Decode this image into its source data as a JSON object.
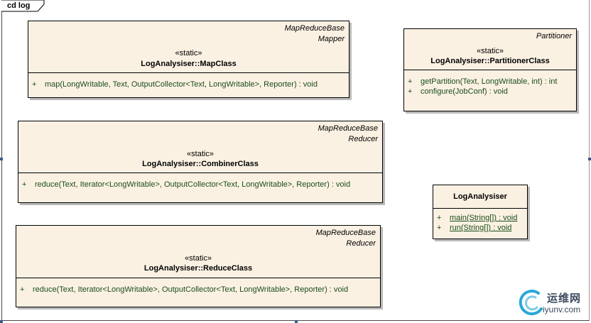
{
  "diagram": {
    "frame_label": "cd log"
  },
  "classes": {
    "map": {
      "stereotype_lines": [
        "MapReduceBase",
        "Mapper"
      ],
      "static_label": "«static»",
      "name": "LogAnalysiser::MapClass",
      "operations": [
        {
          "visibility": "+",
          "signature": "map(LongWritable, Text, OutputCollector<Text, LongWritable>, Reporter) : void"
        }
      ]
    },
    "partitioner": {
      "stereotype_lines": [
        "Partitioner"
      ],
      "static_label": "«static»",
      "name": "LogAnalysiser::PartitionerClass",
      "operations": [
        {
          "visibility": "+",
          "signature": "getPartition(Text, LongWritable, int) : int"
        },
        {
          "visibility": "+",
          "signature": "configure(JobConf) : void"
        }
      ]
    },
    "combiner": {
      "stereotype_lines": [
        "MapReduceBase",
        "Reducer"
      ],
      "static_label": "«static»",
      "name": "LogAnalysiser::CombinerClass",
      "operations": [
        {
          "visibility": "+",
          "signature": "reduce(Text, Iterator<LongWritable>, OutputCollector<Text, LongWritable>, Reporter) : void"
        }
      ]
    },
    "main": {
      "name": "LogAnalysiser",
      "operations": [
        {
          "visibility": "+",
          "signature": "main(String[]) : void"
        },
        {
          "visibility": "+",
          "signature": "run(String[]) : void"
        }
      ]
    },
    "reduce": {
      "stereotype_lines": [
        "MapReduceBase",
        "Reducer"
      ],
      "static_label": "«static»",
      "name": "LogAnalysiser::ReduceClass",
      "operations": [
        {
          "visibility": "+",
          "signature": "reduce(Text, Iterator<LongWritable>, OutputCollector<Text, LongWritable>, Reporter) : void"
        }
      ]
    }
  },
  "watermark": {
    "line1": "运维网",
    "line2": "iyunv.com"
  },
  "colors": {
    "class_fill": "#fbf1e3",
    "operation_text": "#1a4d1a",
    "handle": "#3a5a8c"
  }
}
